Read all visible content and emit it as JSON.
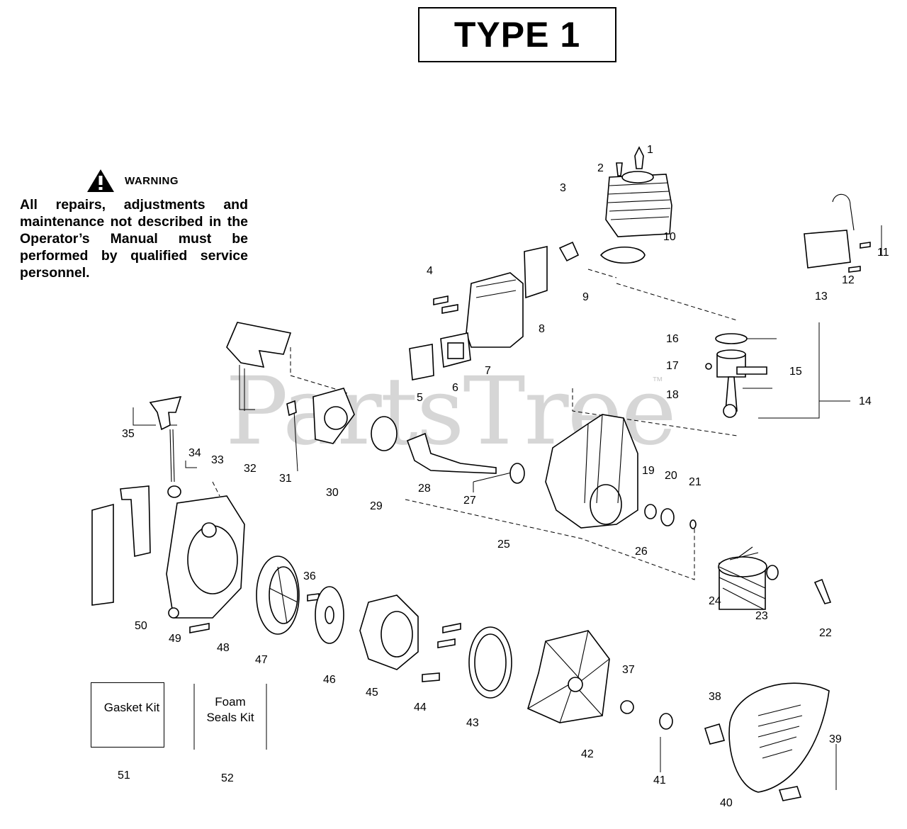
{
  "header": {
    "type_label": "TYPE 1"
  },
  "warning": {
    "label": "WARNING",
    "text": "All repairs, adjustments and maintenance not described in the Operator’s Manual must be performed by qualified service personnel."
  },
  "watermark": {
    "text": "PartsTree",
    "tm": "™"
  },
  "kits": {
    "gasket_kit": "Gasket Kit",
    "foam_seals_kit": "Foam Seals Kit"
  },
  "part_numbers": [
    "1",
    "2",
    "3",
    "4",
    "5",
    "6",
    "7",
    "8",
    "9",
    "10",
    "11",
    "12",
    "13",
    "14",
    "15",
    "16",
    "17",
    "18",
    "19",
    "20",
    "21",
    "22",
    "23",
    "24",
    "25",
    "26",
    "27",
    "28",
    "29",
    "30",
    "31",
    "32",
    "33",
    "34",
    "35",
    "36",
    "37",
    "38",
    "39",
    "40",
    "41",
    "42",
    "43",
    "44",
    "45",
    "46",
    "47",
    "48",
    "49",
    "50",
    "51",
    "52"
  ]
}
